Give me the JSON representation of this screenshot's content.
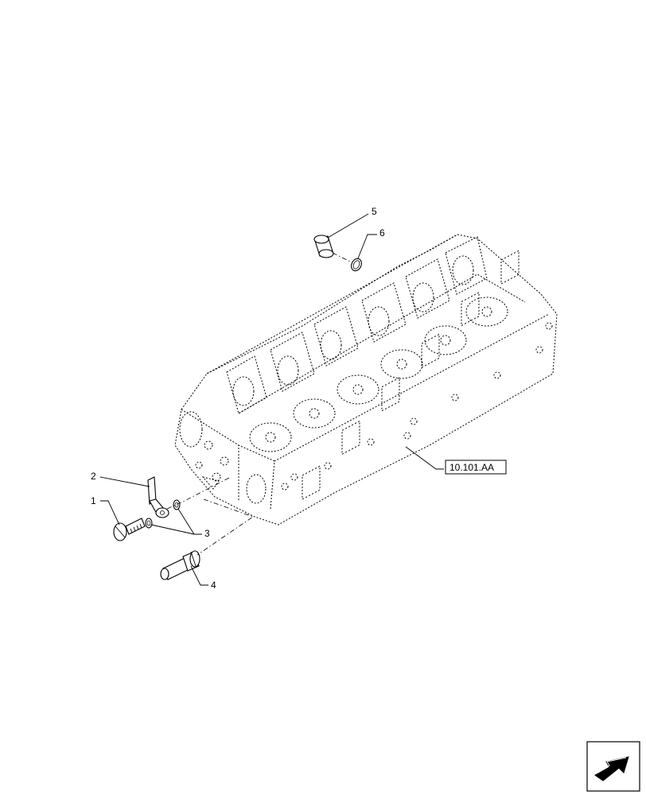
{
  "callouts": [
    {
      "id": "callout-1",
      "label": "1"
    },
    {
      "id": "callout-2",
      "label": "2"
    },
    {
      "id": "callout-3",
      "label": "3"
    },
    {
      "id": "callout-4",
      "label": "4"
    },
    {
      "id": "callout-5",
      "label": "5"
    },
    {
      "id": "callout-6",
      "label": "6"
    }
  ],
  "reference": {
    "label": "10.101.AA"
  },
  "nav_icon": "next-page-arrow-icon"
}
